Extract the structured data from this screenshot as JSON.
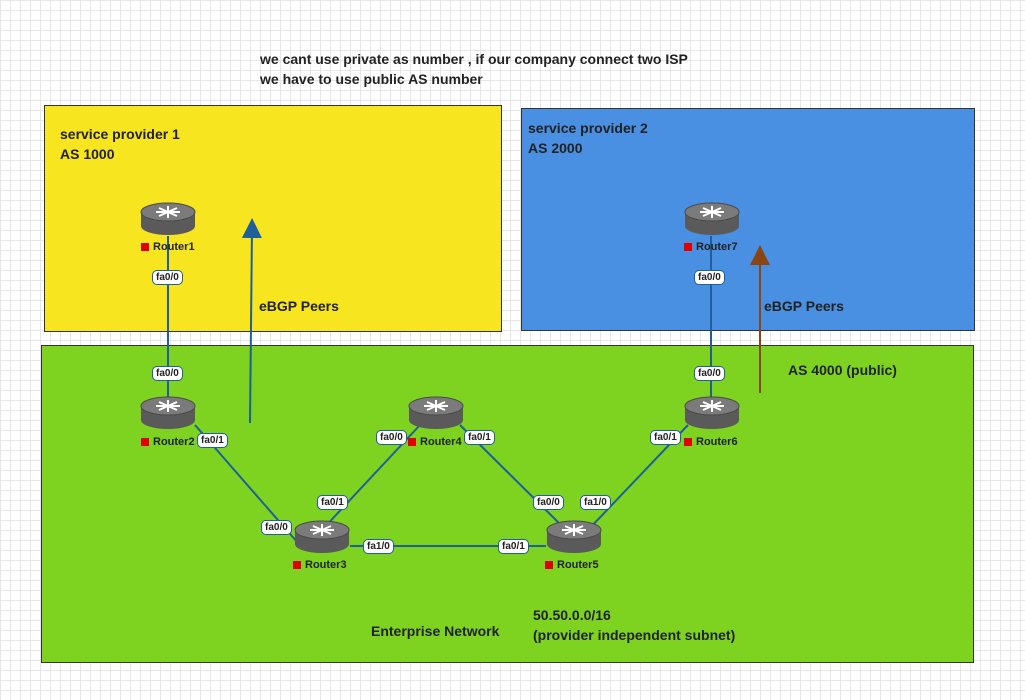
{
  "note": {
    "line1": "we cant use private as number , if our company connect two ISP",
    "line2": "we have to use public AS number"
  },
  "zones": {
    "sp1": {
      "name": "service provider 1",
      "as": "AS 1000",
      "color": "#f7e51f"
    },
    "sp2": {
      "name": "service provider 2",
      "as": "AS 2000",
      "color": "#4a90e2"
    },
    "enterprise": {
      "name": "Enterprise Network",
      "as": "AS 4000 (public)",
      "subnet": "50.50.0.0/16",
      "subnet_note": "(provider independent subnet)",
      "color": "#7ed321"
    }
  },
  "ebgp_left": "eBGP Peers",
  "ebgp_right": "eBGP Peers",
  "routers": {
    "r1": "Router1",
    "r2": "Router2",
    "r3": "Router3",
    "r4": "Router4",
    "r5": "Router5",
    "r6": "Router6",
    "r7": "Router7"
  },
  "ports": {
    "r1_fa00": "fa0/0",
    "r2_fa00": "fa0/0",
    "r2_fa01": "fa0/1",
    "r3_fa00": "fa0/0",
    "r3_fa01": "fa0/1",
    "r3_fa10": "fa1/0",
    "r4_fa00": "fa0/0",
    "r4_fa01": "fa0/1",
    "r5_fa00": "fa0/0",
    "r5_fa01": "fa0/1",
    "r5_fa10": "fa1/0",
    "r6_fa00": "fa0/0",
    "r6_fa01": "fa0/1",
    "r7_fa00": "fa0/0"
  },
  "colors": {
    "link": "#1f5f9a",
    "arrow_left": "#1f5f9a",
    "arrow_right": "#8b4513",
    "router_status": "#e00000"
  }
}
